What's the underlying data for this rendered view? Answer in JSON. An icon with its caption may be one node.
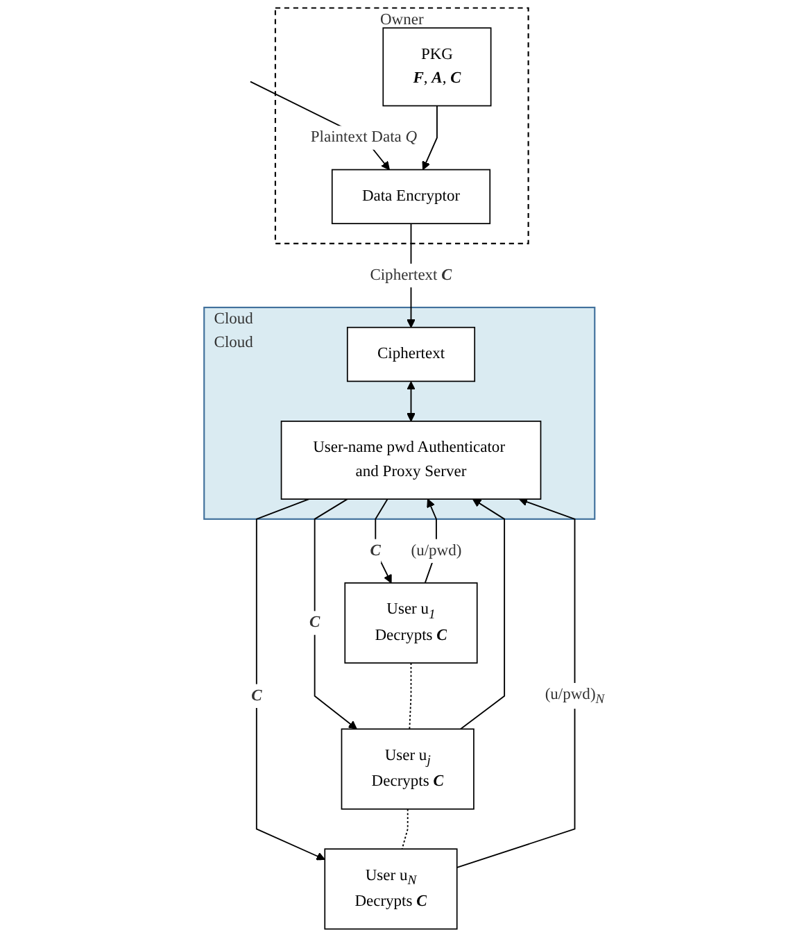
{
  "diagram": {
    "nodes": [
      {
        "text": [
          "Owner"
        ]
      },
      {
        "text": [
          "PKG",
          "**F**, **A**, **C**"
        ],
        "in": 0
      },
      {
        "text": [
          "Data Encryptor"
        ],
        "in": 0
      },
      {
        "text": [
          "Cloud",
          "Cloud"
        ]
      },
      {
        "text": [
          "Ciphertext"
        ],
        "in": 3
      },
      {
        "text": [
          "User-name pwd Authenticator and Proxy Server"
        ],
        "in": 3
      },
      {
        "text": [
          "User u$_{1}$",
          "Decrypts **C**"
        ]
      },
      {
        "text": [
          "User u$_{j}$",
          "Decrypts **C**"
        ]
      },
      {
        "text": [
          "User u$_{N}$",
          "Decrypts **C**"
        ]
      }
    ],
    "edges": [
      {
        "from": null,
        "to": 2,
        "arrow": "to",
        "label": "Plaintext Data *Q*"
      },
      {
        "from": 1,
        "to": 2,
        "arrow": "to"
      },
      {
        "from": 2,
        "to": 4,
        "arrow": "to",
        "label": "Ciphertext **C**"
      },
      {
        "from": 4,
        "to": 5,
        "arrow": "both"
      },
      {
        "from": 6,
        "to": 5,
        "arrow": "to",
        "label": "(u/pwd)"
      },
      {
        "from": 5,
        "to": 6,
        "arrow": "to",
        "label": "**C**"
      },
      {
        "from": 7,
        "to": 5,
        "arrow": "to"
      },
      {
        "from": 5,
        "to": 7,
        "arrow": "to",
        "label": "**C**"
      },
      {
        "from": 8,
        "to": 5,
        "arrow": "to",
        "label": "(u/pwd)$_{N}$"
      },
      {
        "from": 5,
        "to": 8,
        "arrow": "to",
        "label": "**C**"
      },
      {
        "from": 6,
        "to": 7,
        "arrow": "none",
        "style": "dashed"
      },
      {
        "from": 7,
        "to": 8,
        "arrow": "none",
        "style": "dashed"
      }
    ]
  }
}
